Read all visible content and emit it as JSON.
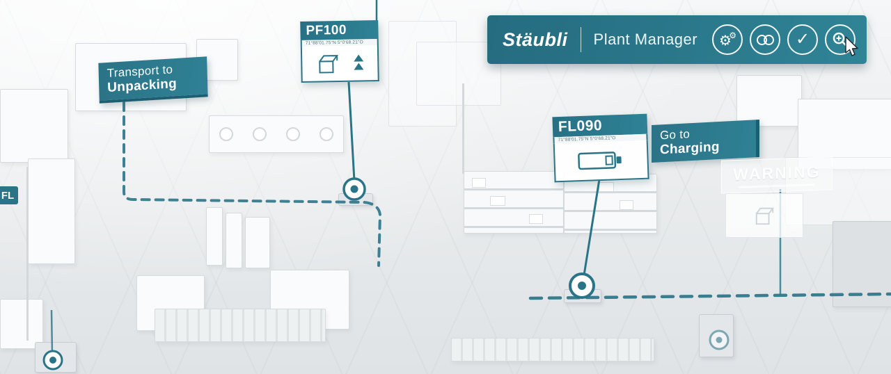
{
  "colors": {
    "teal": "#2a7487",
    "teal_dark": "#1d5f72",
    "teal_light": "#2f8296"
  },
  "header": {
    "brand": "Stäubli",
    "title": "Plant Manager",
    "icons": [
      {
        "name": "settings-gears"
      },
      {
        "name": "sync-loop"
      },
      {
        "name": "tasks-check"
      },
      {
        "name": "zoom-search"
      }
    ]
  },
  "callouts": {
    "transport": {
      "line1": "Transport to",
      "line2": "Unpacking"
    },
    "charging": {
      "line1": "Go to",
      "line2": "Charging"
    }
  },
  "stations": {
    "pf100": {
      "title": "PF100",
      "coords": "71°88'01.75\"N 5°0'68.21\"O"
    },
    "fl090": {
      "title": "FL090",
      "coords": "71°88'01.75\"N 5°0'68.21\"O"
    },
    "fl_partial": {
      "title": "FL"
    }
  },
  "warning": {
    "title": "WARNING"
  }
}
